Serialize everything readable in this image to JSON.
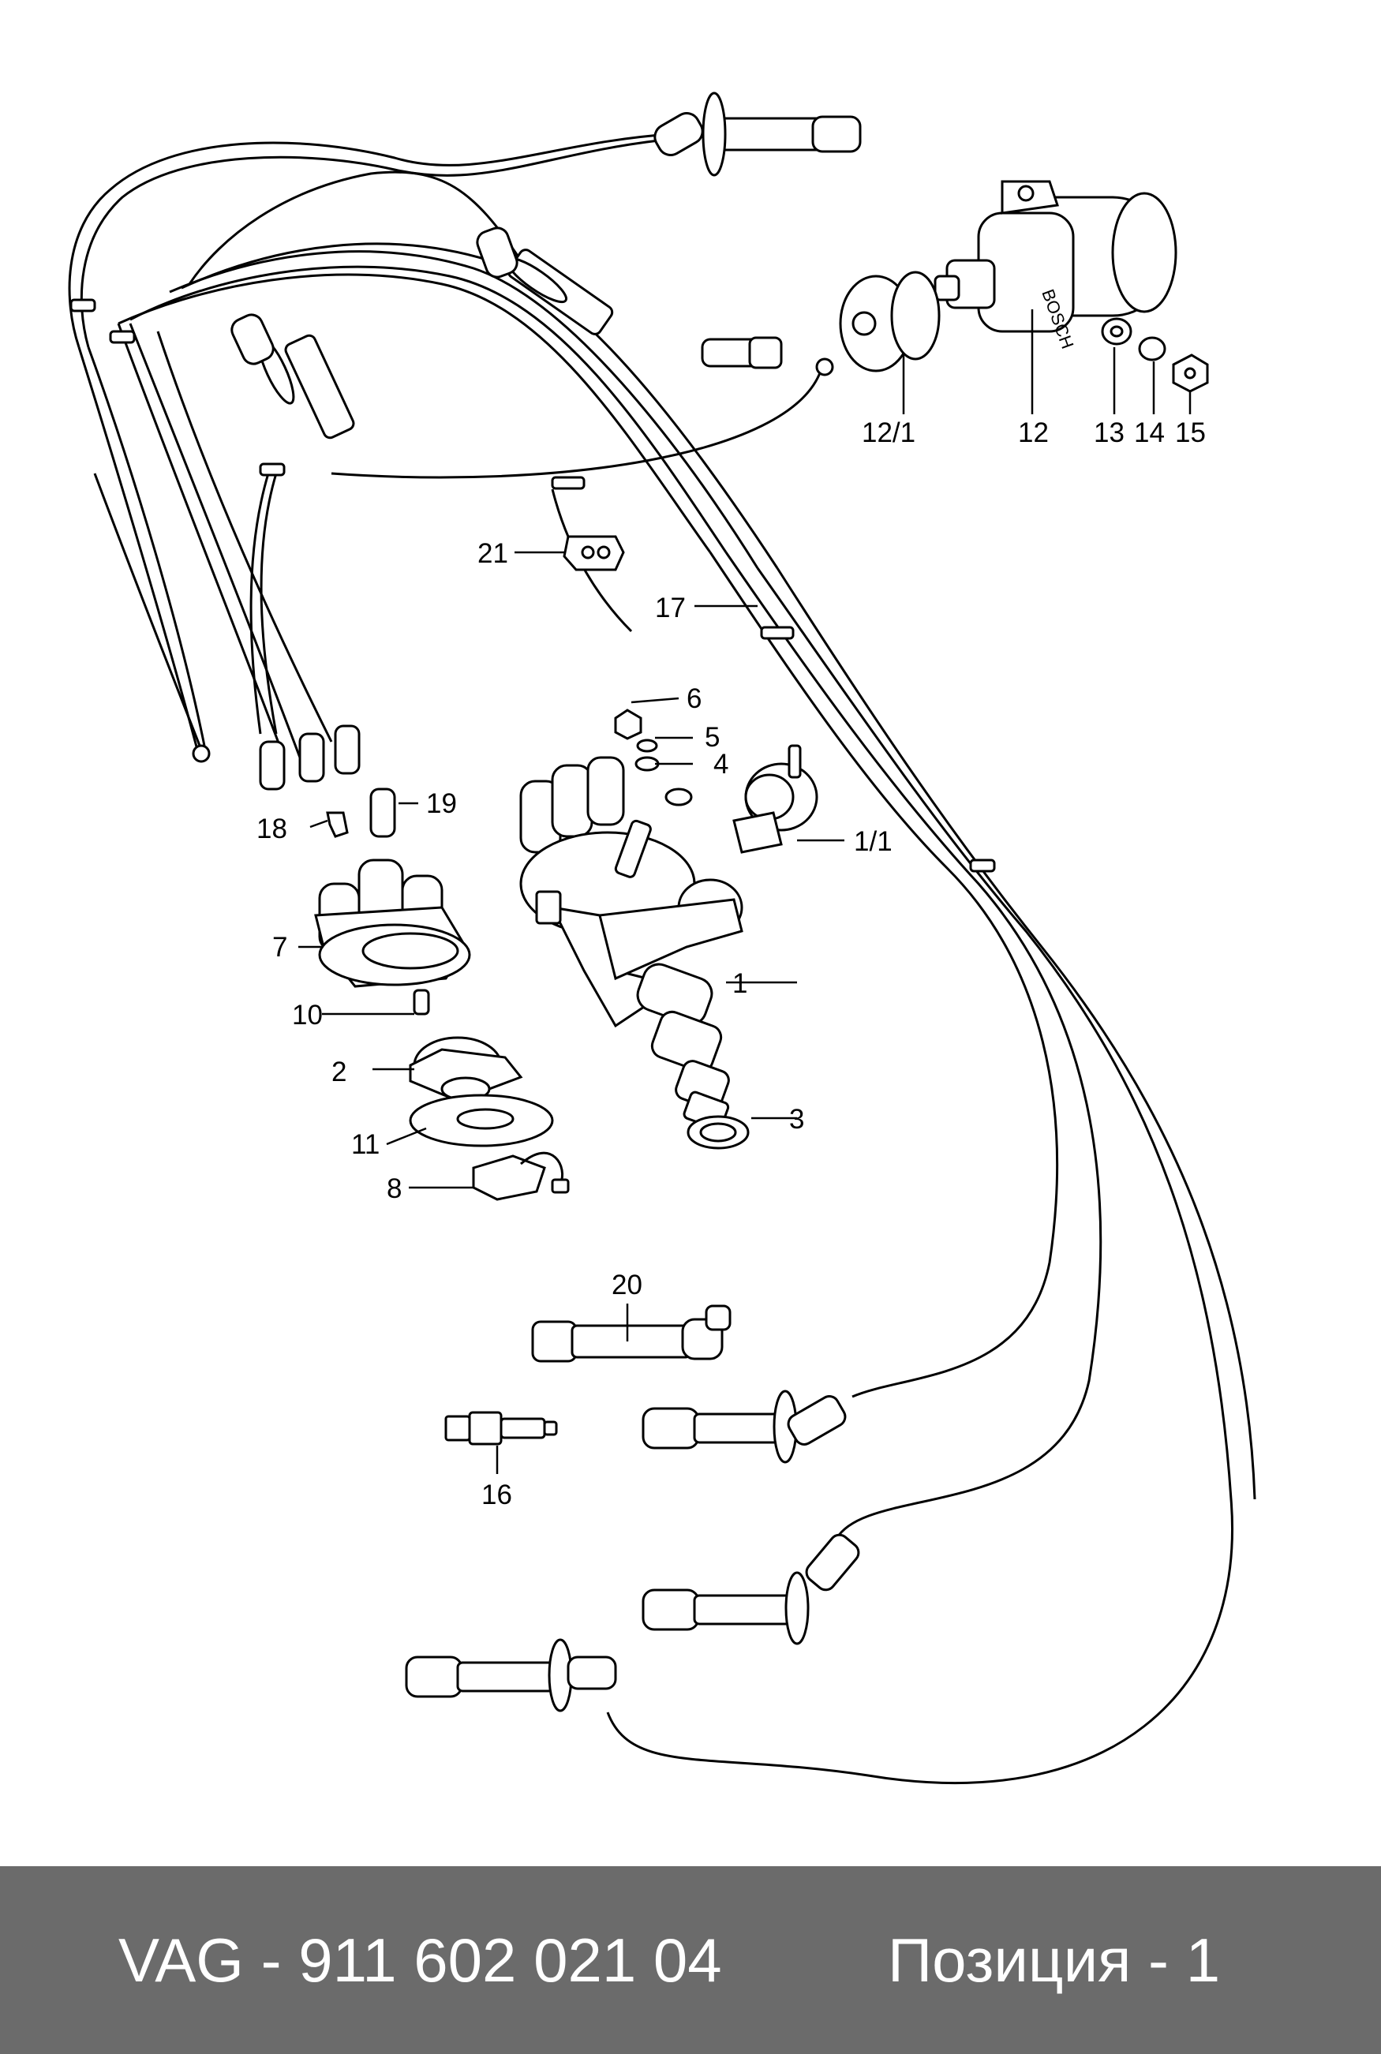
{
  "callouts": {
    "c1": "1",
    "c1_1": "1/1",
    "c2": "2",
    "c3": "3",
    "c4": "4",
    "c5": "5",
    "c6": "6",
    "c7": "7",
    "c8": "8",
    "c10": "10",
    "c11": "11",
    "c12": "12",
    "c12_1": "12/1",
    "c13": "13",
    "c14": "14",
    "c15": "15",
    "c16": "16",
    "c17": "17",
    "c18": "18",
    "c19": "19",
    "c20": "20",
    "c21": "21"
  },
  "coil_brand": "BOSCH",
  "footer": {
    "part_number": "VAG - 911 602 021 04",
    "position": "Позиция - 1"
  },
  "colors": {
    "footer_bg": "#6b6b6b",
    "footer_text": "#ffffff",
    "line": "#000000"
  }
}
